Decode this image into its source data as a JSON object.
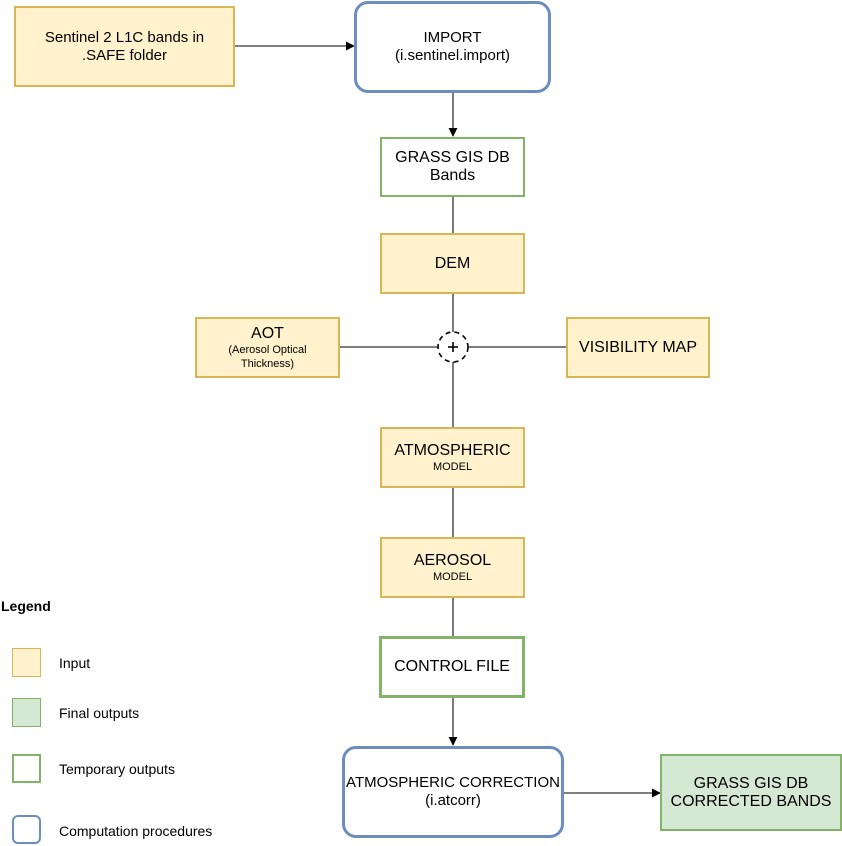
{
  "nodes": {
    "sentinel_bands": {
      "line1": "Sentinel 2 L1C bands in",
      "line2": ".SAFE folder"
    },
    "import": {
      "line1": "IMPORT",
      "line2": "(i.sentinel.import)"
    },
    "grass_db_bands": {
      "line1": "GRASS GIS DB",
      "line2": "Bands"
    },
    "dem": {
      "line1": "DEM"
    },
    "aot": {
      "line1": "AOT",
      "line2": "(Aerosol Optical",
      "line3": "Thickness)"
    },
    "visibility_map": {
      "line1": "VISIBILITY MAP"
    },
    "atmospheric_model": {
      "line1": "ATMOSPHERIC",
      "line2": "MODEL"
    },
    "aerosol_model": {
      "line1": "AEROSOL",
      "line2": "MODEL"
    },
    "control_file": {
      "line1": "CONTROL FILE"
    },
    "atmospheric_correction": {
      "line1": "ATMOSPHERIC CORRECTION",
      "line2": "(i.atcorr)"
    },
    "grass_db_corrected": {
      "line1": "GRASS GIS DB",
      "line2": "CORRECTED BANDS"
    }
  },
  "legend": {
    "title": "Legend",
    "items": [
      {
        "label": "Input"
      },
      {
        "label": "Final outputs"
      },
      {
        "label": "Temporary outputs"
      },
      {
        "label": "Computation procedures"
      }
    ]
  },
  "colors": {
    "input_fill": "#fff2cc",
    "input_stroke": "#d6b656",
    "final_fill": "#d5e8d4",
    "final_stroke": "#82b366",
    "procedure_stroke": "#6c8ebf",
    "edge": "#333333"
  }
}
